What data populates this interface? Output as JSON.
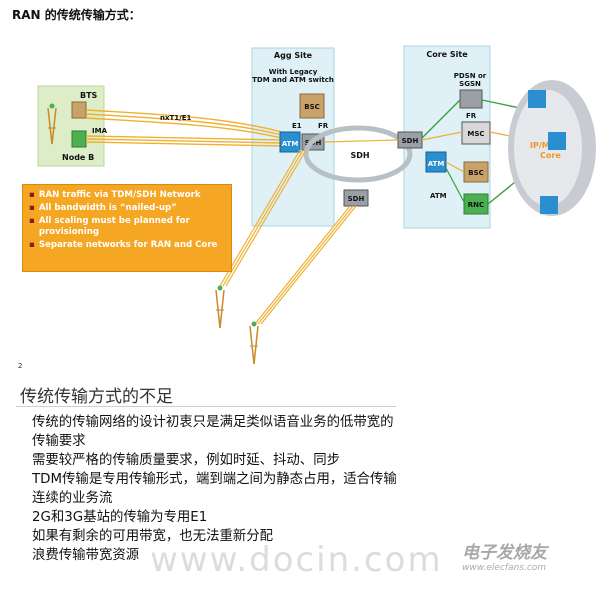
{
  "title": "RAN 的传统传输方式：",
  "diagram": {
    "agg_site": "Agg Site",
    "legacy_line1": "With Legacy",
    "legacy_line2": "TDM and ATM switch",
    "core_site": "Core Site",
    "bts": "BTS",
    "nodeb": "Node B",
    "ima": "IMA",
    "link": "nxT1/E1",
    "e1": "E1",
    "fr_left": "FR",
    "fr_right": "FR",
    "bsc": "BSC",
    "sdh": "SDH",
    "sdh_ring": "SDH",
    "atm": "ATM",
    "pdsn1": "PDSN or",
    "pdsn2": "SGSN",
    "msc": "MSC",
    "rnc": "RNC",
    "cloud1": "IP/MPLS",
    "cloud2": "Core"
  },
  "info_box": {
    "bullets": [
      "RAN traffic via TDM/SDH Network",
      "All bandwidth is “nailed-up”",
      "All scaling must be planned for provisioning",
      "Separate networks for RAN and Core"
    ]
  },
  "slide_number": "2",
  "section_heading": "传统传输方式的不足",
  "points": [
    "传统的传输网络的设计初衷只是满足类似语音业务的低带宽的传输要求",
    "需要较严格的传输质量要求，例如时延、抖动、同步",
    "TDM传输是专用传输形式，端到端之间为静态占用，适合传输连续的业务流",
    "2G和3G基站的传输为专用E1",
    "如果有剩余的可用带宽，也无法重新分配",
    "浪费传输带宽资源"
  ],
  "watermark": "www.docin.com",
  "brand": {
    "name": "电子发烧友",
    "url": "www.elecfans.com"
  },
  "colors": {
    "info_bg": "#f5a623",
    "site_bg": "#dff1f7",
    "bts_bg": "#dcedc8",
    "link": "#f0b030",
    "green_link": "#3aa040"
  }
}
